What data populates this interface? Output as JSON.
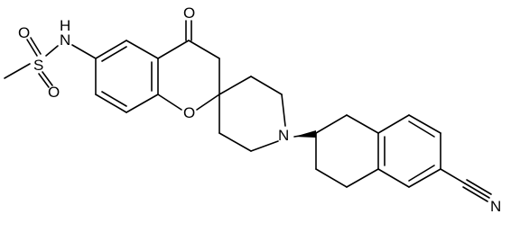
{
  "structure": {
    "atoms": {
      "ch3": "",
      "s": "S",
      "o_sulfonyl_top": "O",
      "o_sulfonyl_bottom": "O",
      "nh_n": "N",
      "nh_h": "H",
      "o_ketone": "O",
      "o_ring": "O",
      "n_piperidine": "N",
      "n_nitrile": "N"
    }
  }
}
